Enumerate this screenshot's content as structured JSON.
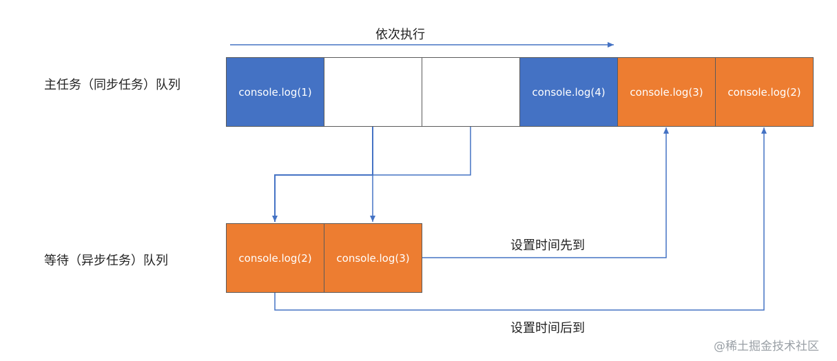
{
  "colors": {
    "sync_task": "#4472c4",
    "async_task": "#ed7d31",
    "arrow": "#4472c4",
    "border": "#5a5a5a"
  },
  "labels": {
    "exec_order": "依次执行",
    "main_queue": "主任务（同步任务）队列",
    "wait_queue": "等待（异步任务）队列",
    "timer_first": "设置时间先到",
    "timer_later": "设置时间后到"
  },
  "main_queue": [
    {
      "text": "console.log(1)",
      "kind": "sync"
    },
    {
      "text": "",
      "kind": "empty"
    },
    {
      "text": "",
      "kind": "empty"
    },
    {
      "text": "console.log(4)",
      "kind": "sync"
    },
    {
      "text": "console.log(3)",
      "kind": "async"
    },
    {
      "text": "console.log(2)",
      "kind": "async"
    }
  ],
  "wait_queue": [
    {
      "text": "console.log(2)",
      "kind": "async"
    },
    {
      "text": "console.log(3)",
      "kind": "async"
    }
  ],
  "watermark": "@稀土掘金技术社区"
}
